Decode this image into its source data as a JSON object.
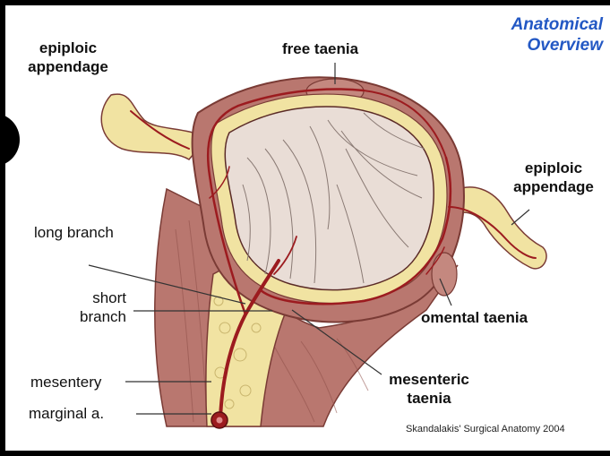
{
  "title": {
    "line1": "Anatomical",
    "line2": "Overview"
  },
  "labels": {
    "epiploic_left": {
      "line1": "epiploic",
      "line2": "appendage"
    },
    "free_taenia": "free taenia",
    "epiploic_right": {
      "line1": "epiploic",
      "line2": "appendage"
    },
    "long_branch": "long branch",
    "short_branch": {
      "line1": "short",
      "line2": "branch"
    },
    "omental_taenia": "omental taenia",
    "mesenteric_taenia": {
      "line1": "mesenteric",
      "line2": "taenia"
    },
    "mesentery": "mesentery",
    "marginal": "marginal a."
  },
  "credit": "Skandalakis' Surgical Anatomy 2004",
  "colors": {
    "slide_background": "#ffffff",
    "frame": "#000000",
    "title": "#2358c4",
    "bowel_wall": "#b9776f",
    "vessel": "#9c1b1f",
    "fat": "#f1e3a2",
    "lumen": "#e9ddd6"
  }
}
